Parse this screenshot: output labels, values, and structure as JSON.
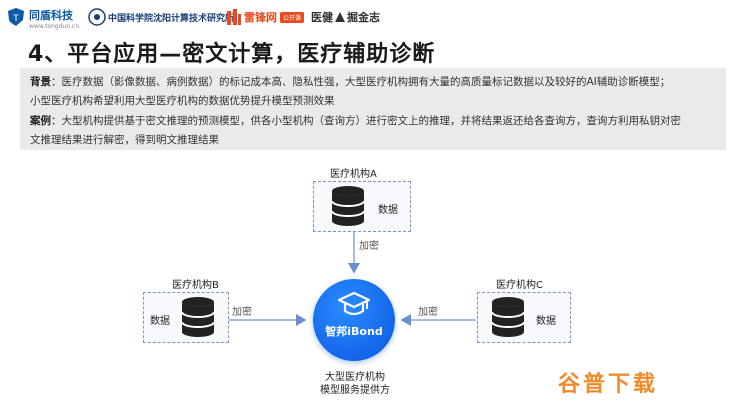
{
  "header": {
    "logos": [
      {
        "name": "tongdun",
        "text": "同盾科技",
        "sub": "www.tongdun.cn"
      },
      {
        "name": "cas",
        "text": "中国科学院沈阳计算技术研究所"
      },
      {
        "name": "leifeng",
        "text": "雷锋网",
        "badge": "公开课"
      },
      {
        "name": "juejin",
        "text": "医健",
        "text2": "掘金志"
      }
    ]
  },
  "slide": {
    "title": "4、平台应用—密文计算，医疗辅助诊断",
    "background": {
      "label": "背景",
      "line1": "：医疗数据（影像数据、病例数据）的标记成本高、隐私性强，大型医疗机构拥有大量的高质量标记数据以及较好的AI辅助诊断模型；",
      "line2": "小型医疗机构希望利用大型医疗机构的数据优势提升模型预测效果"
    },
    "case": {
      "label": "案例",
      "line1": "：大型机构提供基于密文推理的预测模型，供各小型机构（查询方）进行密文上的推理，并将结果返还给各查询方，查询方利用私钥对密",
      "line2": "文推理结果进行解密，得到明文推理结果"
    }
  },
  "diagram": {
    "node_a": {
      "title": "医疗机构A",
      "data_label": "数据"
    },
    "node_b": {
      "title": "医疗机构B",
      "data_label": "数据"
    },
    "node_c": {
      "title": "医疗机构C",
      "data_label": "数据"
    },
    "arrow_label": "加密",
    "hub": {
      "label": "智邦iBond"
    },
    "caption": {
      "line1": "大型医疗机构",
      "line2": "模型服务提供方"
    }
  },
  "watermark": "谷普下载",
  "colors": {
    "accent": "#0a56e0",
    "dash": "#7b96c4",
    "db": "#222222"
  }
}
